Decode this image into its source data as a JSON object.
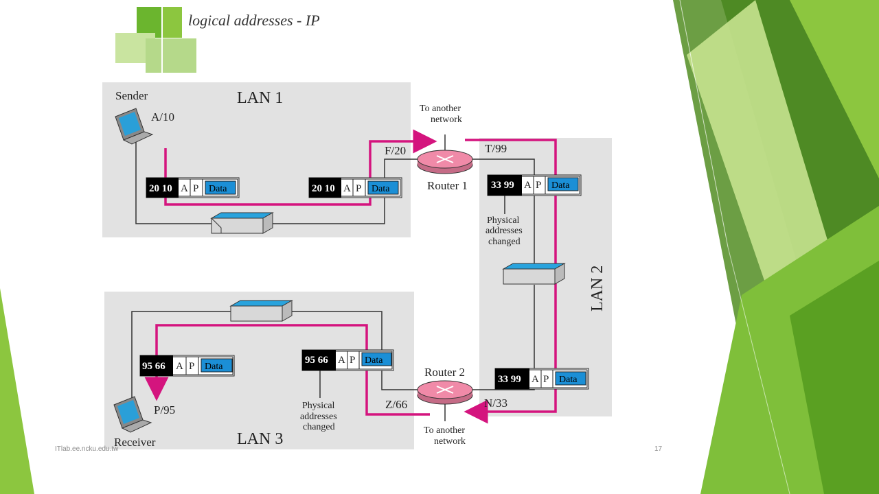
{
  "slide": {
    "title": "logical addresses - IP",
    "footer": "ITlab.ee.ncku.edu.tw",
    "page_number": "17"
  },
  "colors": {
    "path": "#d4147e",
    "lan_bg": "#e2e2e2",
    "data_box": "#1b8fd6",
    "router": "#f08aa8",
    "green_dark": "#4e9a1e",
    "green_mid": "#6bb52e",
    "green_light": "#a7d46a"
  },
  "lans": {
    "lan1": "LAN 1",
    "lan2": "LAN 2",
    "lan3": "LAN 3"
  },
  "nodes": {
    "sender_label": "Sender",
    "sender_addr": "A/10",
    "receiver_label": "Receiver",
    "receiver_addr": "P/95",
    "router1_label": "Router 1",
    "router2_label": "Router 2",
    "r1_f": "F/20",
    "r1_t": "T/99",
    "r2_z": "Z/66",
    "r2_n": "N/33",
    "another1_line1": "To another",
    "another1_line2": "network",
    "another2_line1": "To another",
    "another2_line2": "network"
  },
  "frames": {
    "f1": {
      "phys": "20 10",
      "a": "A",
      "p": "P",
      "data": "Data"
    },
    "f2": {
      "phys": "20 10",
      "a": "A",
      "p": "P",
      "data": "Data"
    },
    "f3": {
      "phys": "33 99",
      "a": "A",
      "p": "P",
      "data": "Data"
    },
    "f4": {
      "phys": "33 99",
      "a": "A",
      "p": "P",
      "data": "Data"
    },
    "f5": {
      "phys": "95 66",
      "a": "A",
      "p": "P",
      "data": "Data"
    },
    "f6": {
      "phys": "95 66",
      "a": "A",
      "p": "P",
      "data": "Data"
    }
  },
  "notes": {
    "n1_line1": "Physical",
    "n1_line2": "addresses",
    "n1_line3": "changed",
    "n2_line1": "Physical",
    "n2_line2": "addresses",
    "n2_line3": "changed"
  }
}
